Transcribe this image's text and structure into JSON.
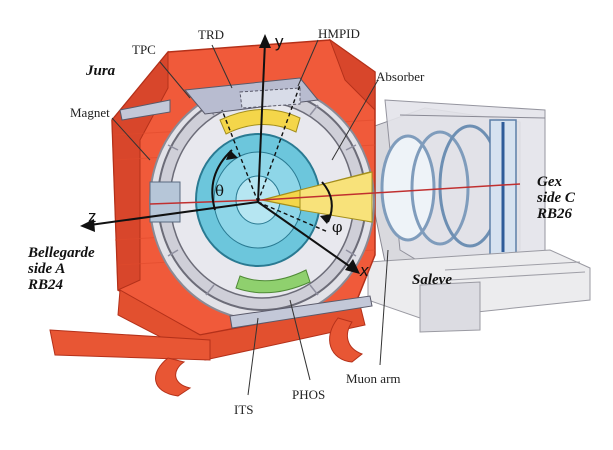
{
  "labels": {
    "tpc": "TPC",
    "trd": "TRD",
    "hmpid": "HMPID",
    "jura": "Jura",
    "magnet": "Magnet",
    "absorber": "Absorber",
    "gex_side": [
      "Gex",
      "side C",
      "RB26"
    ],
    "bellegarde_side": [
      "Bellegarde",
      "side A",
      "RB24"
    ],
    "saleve": "Saleve",
    "muon_arm": "Muon arm",
    "phos": "PHOS",
    "its": "ITS"
  },
  "axes": {
    "x": "x",
    "y": "y",
    "z": "z",
    "theta": "θ",
    "phi": "φ"
  },
  "colors": {
    "magnet_red": "#f05a3a",
    "magnet_dark": "#c8381f",
    "tpc_cyan": "#6cc6dc",
    "trd_gray": "#c8c8d0",
    "absorber_yellow": "#f4d64a",
    "muon_gray": "#d9d9de",
    "phos_green": "#8fd06e"
  }
}
